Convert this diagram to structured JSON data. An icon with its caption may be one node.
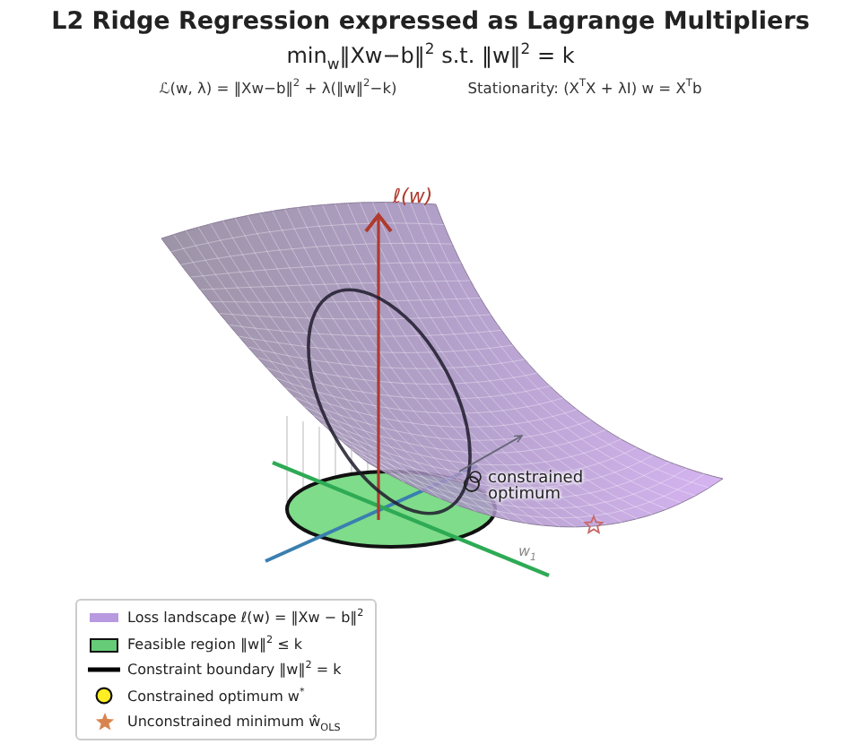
{
  "diagram": {
    "title": "L2 Ridge Regression expressed as Lagrange Multipliers",
    "labels": [
      "min$_{w}$‖Xw−b‖$^{2}$ s.t. ‖w‖$^{2}$ = k",
      "ℒ(w, λ) = ‖Xw−b‖$^{2}$ + λ(‖w‖$^{2}$−k)",
      "Stationarity: (X$^{T}$X + λI) w = X$^{T}$b",
      "ℓ(w)",
      "constrained optimum",
      "w$_{1}$"
    ],
    "legend": [
      {
        "text": "Loss landscape ℓ(w) = ‖Xw − b‖$^{2}$",
        "color": "#b89ae0"
      },
      {
        "text": "Feasible region ‖w‖$^{2}$ ≤ k",
        "color": "#66cc77"
      },
      {
        "text": "Constraint boundary ‖w‖$^{2}$ = k"
      },
      {
        "text": "Constrained optimum w$^{*}$"
      },
      {
        "text": "Unconstrained minimum ŵ$_{OLS}$"
      }
    ]
  }
}
